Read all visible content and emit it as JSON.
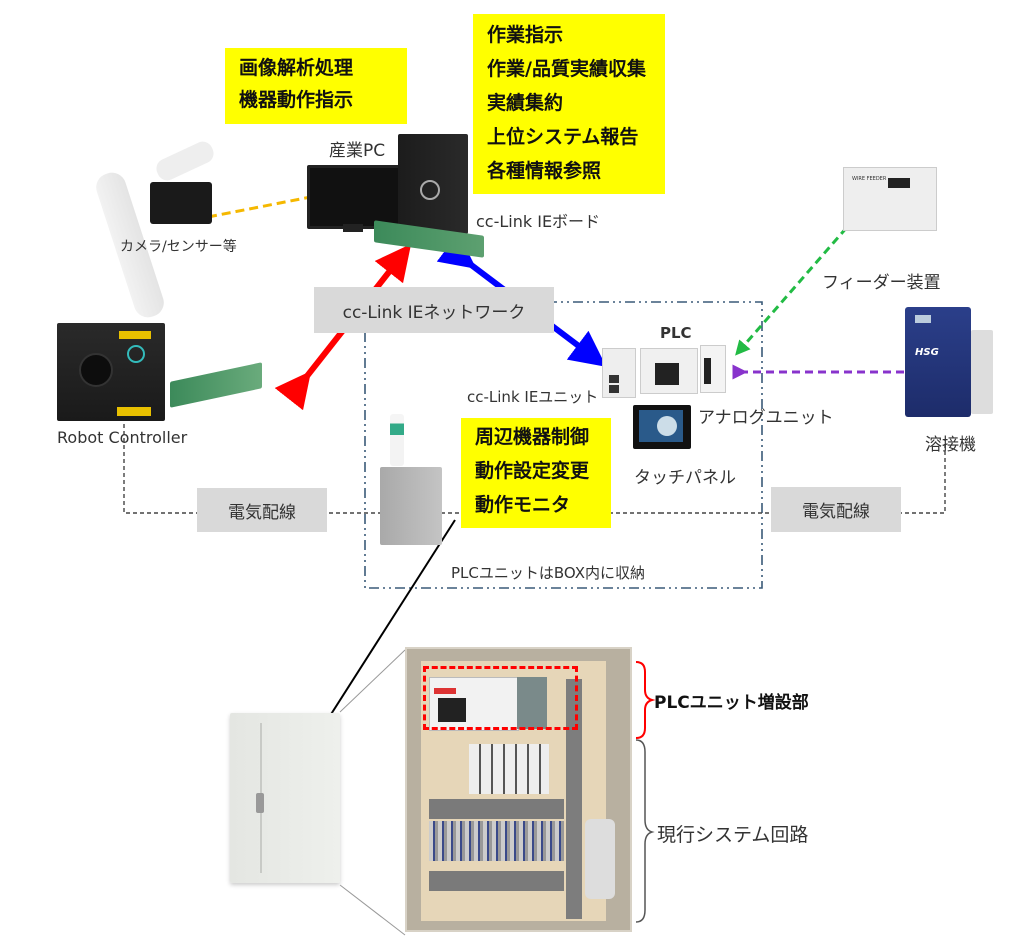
{
  "title": "産業PC・PLC・周辺機器 ネットワーク構成図",
  "notes": {
    "image_processing": [
      "画像解析処理",
      "機器動作指示"
    ],
    "pc_functions": [
      "作業指示",
      "作業/品質実績収集",
      "実績集約",
      "上位システム報告",
      "各種情報参照"
    ],
    "plc_functions": [
      "周辺機器制御",
      "動作設定変更",
      "動作モニタ"
    ]
  },
  "labels": {
    "industrial_pc": "産業PC",
    "camera_sensor": "カメラ/センサー等",
    "cclink_board": "cc-Link IEボード",
    "network": "cc-Link IEネットワーク",
    "robot_controller": "Robot Controller",
    "plc": "PLC",
    "cclink_unit": "cc-Link IEユニット",
    "analog_unit": "アナログユニット",
    "touch_panel": "タッチパネル",
    "feeder": "フィーダー装置",
    "welder": "溶接機",
    "wiring_left": "電気配線",
    "wiring_right": "電気配線",
    "plc_in_box": "PLCユニットはBOX内に収納",
    "plc_expansion": "PLCユニット増設部",
    "existing_circuit": "現行システム回路",
    "welder_brand": "HSG",
    "feeder_brand": "WIRE FEEDER"
  },
  "colors": {
    "highlight": "#ffff00",
    "arrow_red": "#ff0000",
    "arrow_blue": "#0000ff",
    "arrow_orange": "#f5b800",
    "arrow_green": "#22bb44",
    "arrow_purple": "#8833cc",
    "boundary": "#3a5a78"
  }
}
